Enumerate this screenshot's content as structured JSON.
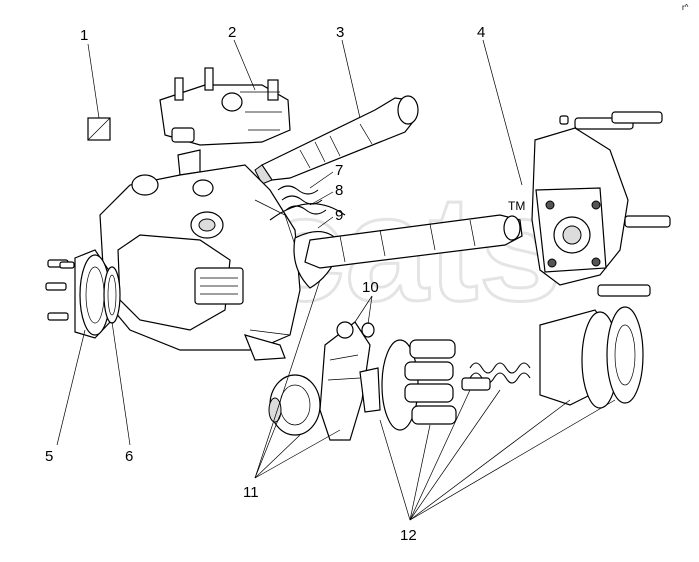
{
  "diagram": {
    "callouts": [
      "1",
      "2",
      "3",
      "4",
      "5",
      "6",
      "7",
      "8",
      "9",
      "10",
      "11",
      "12"
    ],
    "watermark": "Elcats",
    "trademark": "TM",
    "corner_mark": "r^"
  }
}
